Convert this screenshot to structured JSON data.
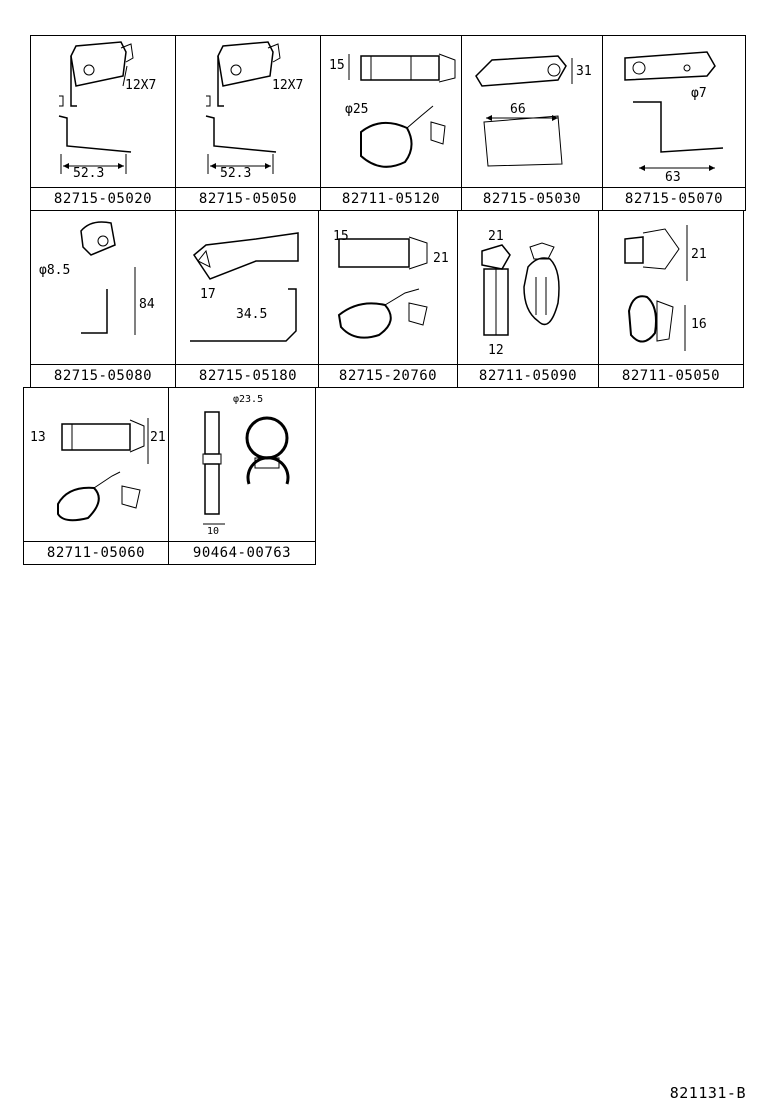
{
  "parts": [
    {
      "part_no": "82715-05020",
      "dims": [
        "12X7",
        "52.3"
      ]
    },
    {
      "part_no": "82715-05050",
      "dims": [
        "12X7",
        "52.3"
      ]
    },
    {
      "part_no": "82711-05120",
      "dims": [
        "15",
        "φ25"
      ]
    },
    {
      "part_no": "82715-05030",
      "dims": [
        "31",
        "66"
      ]
    },
    {
      "part_no": "82715-05070",
      "dims": [
        "φ7",
        "63"
      ]
    },
    {
      "part_no": "82715-05080",
      "dims": [
        "φ8.5",
        "84"
      ]
    },
    {
      "part_no": "82715-05180",
      "dims": [
        "17",
        "34.5"
      ]
    },
    {
      "part_no": "82715-20760",
      "dims": [
        "15",
        "21"
      ]
    },
    {
      "part_no": "82711-05090",
      "dims": [
        "21",
        "12"
      ]
    },
    {
      "part_no": "82711-05050",
      "dims": [
        "21",
        "16"
      ]
    },
    {
      "part_no": "82711-05060",
      "dims": [
        "13",
        "21"
      ]
    },
    {
      "part_no": "90464-00763",
      "dims": [
        "φ23.5",
        "10"
      ]
    }
  ],
  "footer_code": "821131-B"
}
